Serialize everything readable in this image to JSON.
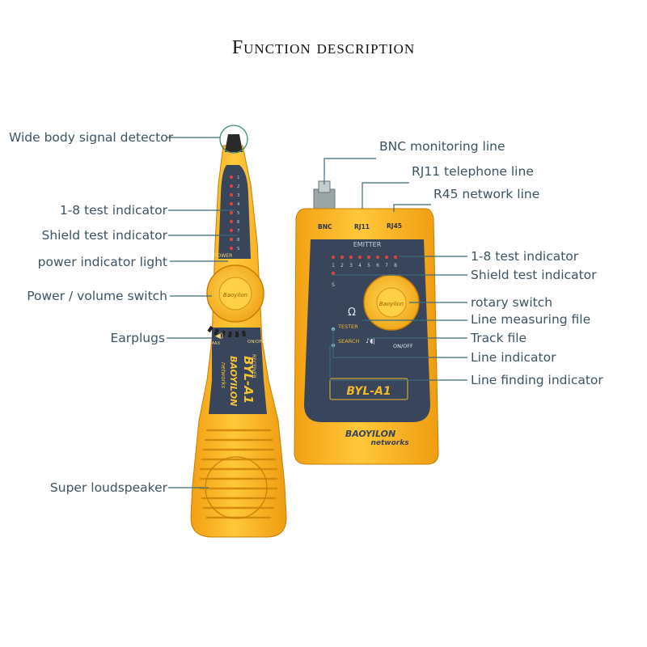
{
  "title": "Function description",
  "receiver": {
    "brand_badge": "Baoyilon",
    "model": "BYL-A1",
    "brand_name": "BAOYILON",
    "brand_sub": "networks",
    "receiver_text": "RECEIVER",
    "power_text": "POWER",
    "max_text": "MAX",
    "onoff_text": "ON/OFF",
    "leds": [
      "1",
      "2",
      "3",
      "4",
      "5",
      "6",
      "7",
      "8",
      "S"
    ]
  },
  "emitter": {
    "port_bnc": "BNC",
    "port_rj11": "RJ11",
    "port_rj45": "RJ45",
    "emitter_text": "EMITTER",
    "leds": [
      "1",
      "2",
      "3",
      "4",
      "5",
      "6",
      "7",
      "8"
    ],
    "shield_led": "S",
    "ohm": "Ω",
    "tester": "TESTER",
    "search": "SEARCH",
    "onoff": "ON/OFF",
    "brand_badge": "Baoyilon",
    "model": "BYL-A1",
    "brand_name": "BAOYILON",
    "brand_sub": "networks"
  },
  "labels_left": {
    "wide_body": "Wide body signal detector",
    "test_indicator": "1-8 test indicator",
    "shield_test": "Shield test indicator",
    "power_light": "power indicator light",
    "power_switch": "Power / volume switch",
    "earplugs": "Earplugs",
    "speaker": "Super loudspeaker"
  },
  "labels_right": {
    "bnc_line": "BNC monitoring line",
    "rj11_line": "RJ11 telephone line",
    "r45_line": "R45 network line",
    "test_indicator": "1-8 test indicator",
    "shield_test": "Shield test indicator",
    "rotary": "rotary switch",
    "line_measuring": "Line measuring file",
    "track": "Track file",
    "line_indicator": "Line indicator",
    "line_finding": "Line finding indicator"
  },
  "colors": {
    "body_yellow": "#f7b81c",
    "panel_navy": "#38455a",
    "callout_line": "#3d6b78",
    "label_text": "#3c5462",
    "led_red": "#d8453a"
  }
}
